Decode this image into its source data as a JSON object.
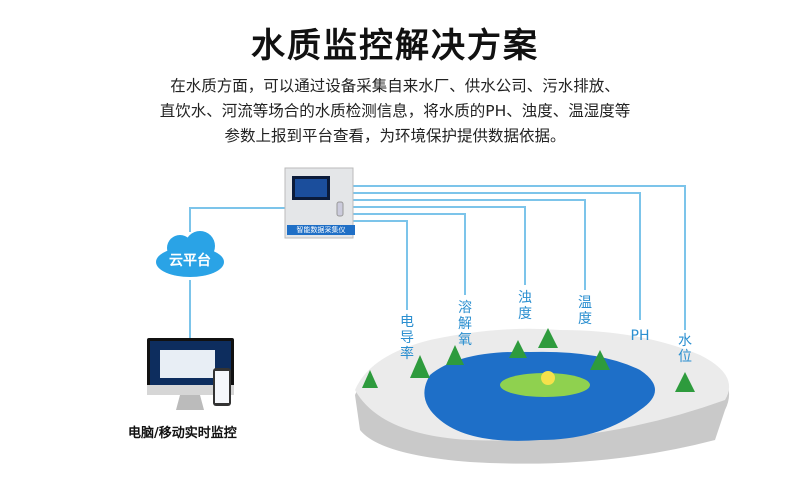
{
  "title": "水质监控解决方案",
  "description": [
    "在水质方面，可以通过设备采集自来水厂、供水公司、污水排放、",
    "直饮水、河流等场合的水质检测信息，将水质的PH、浊度、温湿度等",
    "参数上报到平台查看，为环境保护提供数据依据。"
  ],
  "device_label": "智能数据采集仪",
  "cloud_label": "云平台",
  "monitor_caption": "电脑/移动实时监控",
  "sensors": [
    "电导率",
    "溶解氧",
    "浊度",
    "温度",
    "PH",
    "水位"
  ],
  "colors": {
    "line": "#7cc4ea",
    "label": "#2b8fd0",
    "cloud": "#2aa3e6"
  }
}
